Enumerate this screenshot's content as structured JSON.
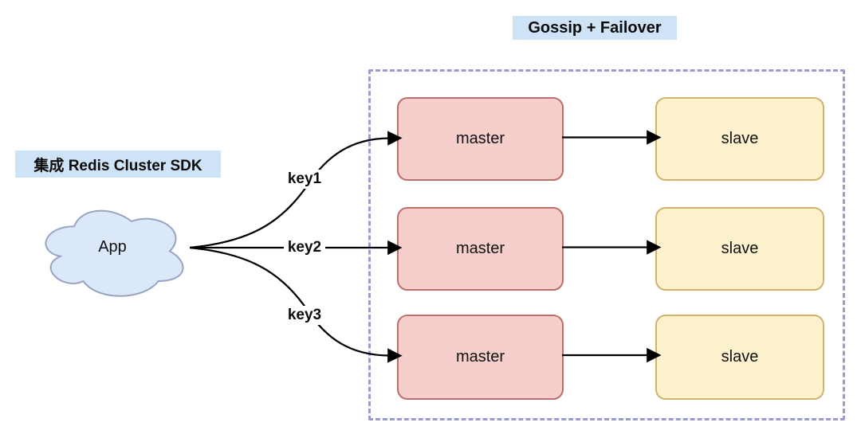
{
  "diagram": {
    "title_labels": {
      "cluster_label": "Gossip + Failover",
      "sdk_label": "集成 Redis Cluster SDK"
    },
    "app": {
      "label": "App"
    },
    "keys": [
      {
        "label": "key1"
      },
      {
        "label": "key2"
      },
      {
        "label": "key3"
      }
    ],
    "shards": [
      {
        "master": "master",
        "slave": "slave"
      },
      {
        "master": "master",
        "slave": "slave"
      },
      {
        "master": "master",
        "slave": "slave"
      }
    ],
    "colors": {
      "master_fill": "#f6cecb",
      "master_border": "#bd6f6b",
      "slave_fill": "#fdf2cd",
      "slave_border": "#cfb46f",
      "cloud_fill": "#dbe8fa",
      "cloud_border": "#98a5c1",
      "label_background": "#cfe3f6",
      "boundary_border": "#9b9bce",
      "arrow": "#000000"
    }
  }
}
